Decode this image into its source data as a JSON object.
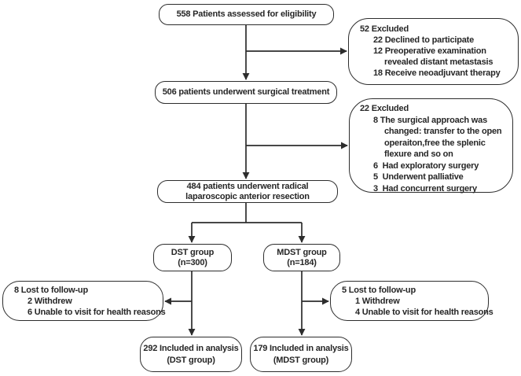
{
  "figure": {
    "type": "flowchart",
    "background_color": "#ffffff",
    "line_color": "#2d2d2d",
    "text_color": "#262626",
    "nodes": {
      "assessed": {
        "lines": [
          "558 Patients assessed for eligibility"
        ]
      },
      "excluded_1": {
        "lines": [
          "52 Excluded",
          "22 Declined to participate",
          "12 Preoperative examination",
          "revealed distant metastasis",
          "18 Receive neoadjuvant therapy"
        ]
      },
      "surgical": {
        "lines": [
          "506 patients underwent surgical treatment"
        ]
      },
      "excluded_2": {
        "lines": [
          "22 Excluded",
          "8 The surgical approach was",
          "changed: transfer to the open",
          "operaiton,free the splenic",
          "flexure and so on",
          "6  Had exploratory surgery",
          "5  Underwent palliative",
          "3  Had concurrent surgery"
        ]
      },
      "resection": {
        "lines": [
          "484 patients underwent radical",
          "laparoscopic anterior resection"
        ]
      },
      "dst_group": {
        "lines": [
          "DST group",
          "(n=300)"
        ]
      },
      "mdst_group": {
        "lines": [
          "MDST group",
          "(n=184)"
        ]
      },
      "lost_dst": {
        "lines": [
          "8 Lost to follow-up",
          "2 Withdrew",
          "6 Unable to visit for health reasons"
        ]
      },
      "lost_mdst": {
        "lines": [
          "5 Lost to follow-up",
          "1 Withdrew",
          "4 Unable to visit for health reasons"
        ]
      },
      "analysis_dst": {
        "lines": [
          "292 Included in analysis",
          "(DST group)"
        ]
      },
      "analysis_mdst": {
        "lines": [
          "179 Included in analysis",
          "(MDST group)"
        ]
      }
    }
  }
}
